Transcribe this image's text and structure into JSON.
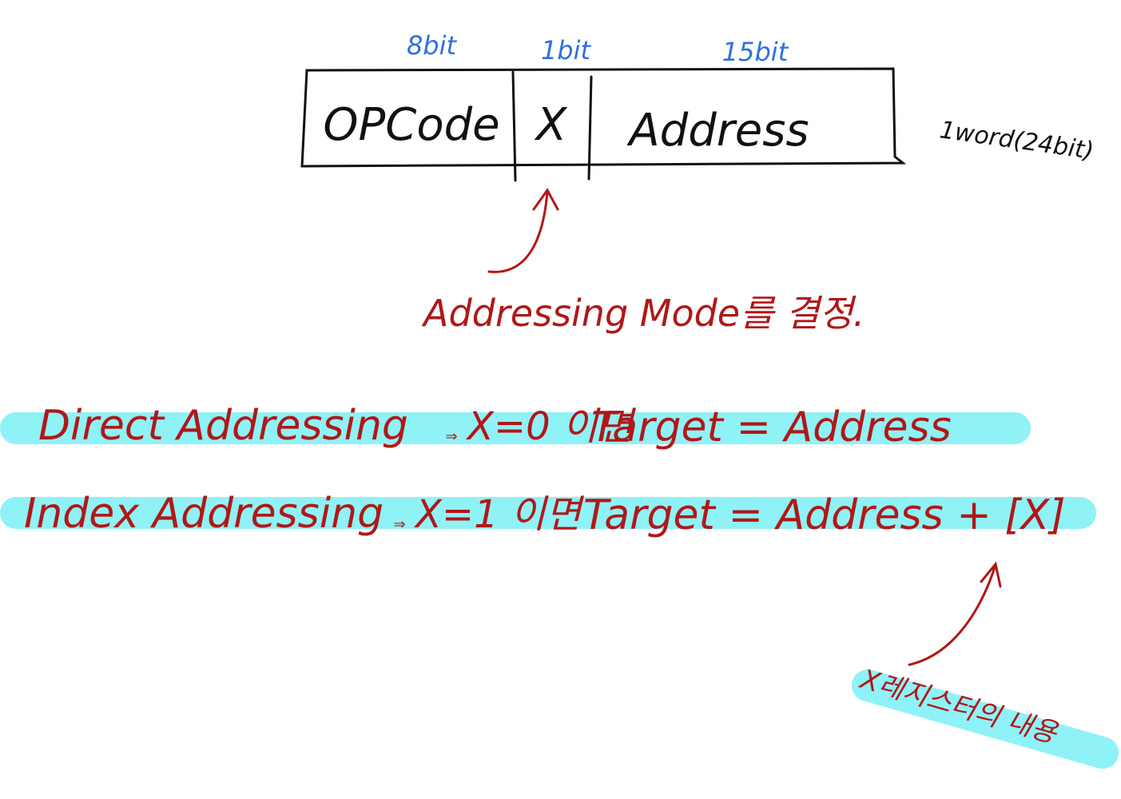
{
  "colors": {
    "ink_black": "#111111",
    "ink_blue": "#2f6fe0",
    "ink_red": "#b01818",
    "highlight": "#8ff2f7"
  },
  "instruction_format": {
    "fields": [
      {
        "name": "OPCode",
        "bits": "8bit"
      },
      {
        "name": "X",
        "bits": "1bit"
      },
      {
        "name": "Address",
        "bits": "15bit"
      }
    ],
    "word_note": "1word(24bit)"
  },
  "x_note": "Addressing Mode를 결정.",
  "modes": [
    {
      "label": "Direct Addressing",
      "condition": "X=0 이면",
      "formula": "Target = Address"
    },
    {
      "label": "Index Addressing",
      "condition": "X=1 이면",
      "formula": "Target = Address + [X]"
    }
  ],
  "x_register_note": "X레지스터의 내용"
}
